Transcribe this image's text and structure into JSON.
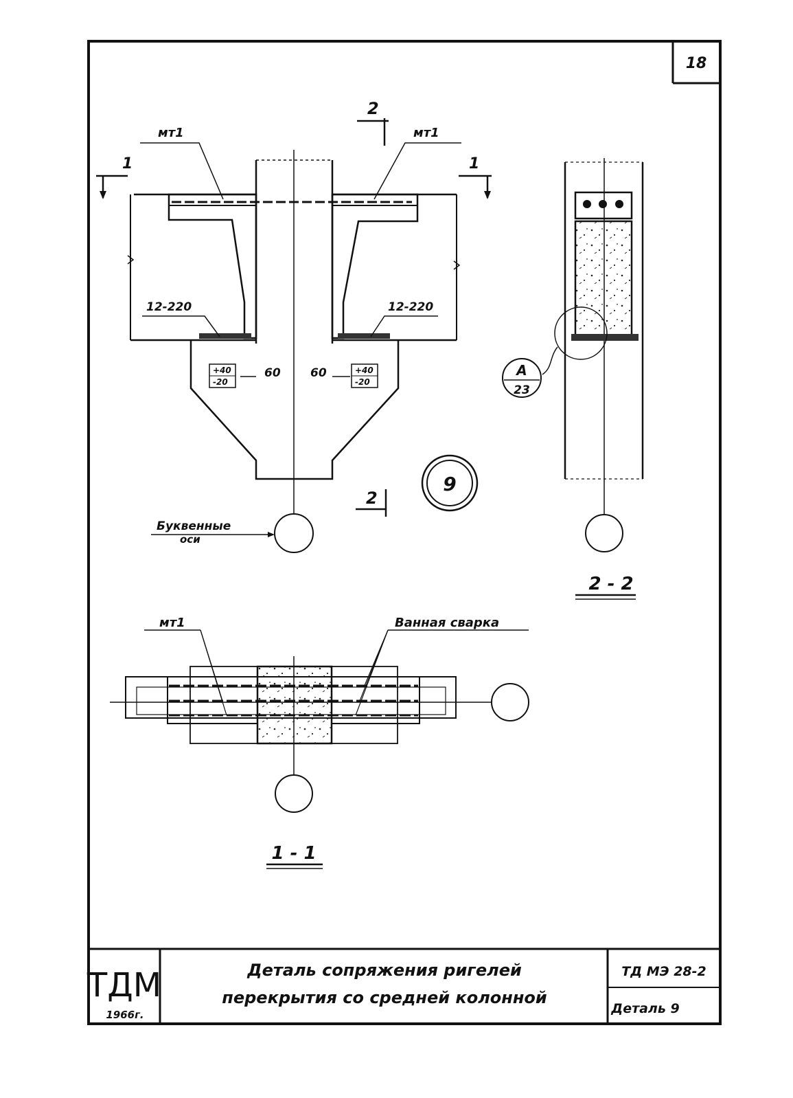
{
  "sheet": {
    "page_number": "18",
    "org_logo": "ТДМ",
    "year": "1966г.",
    "title_line1": "Деталь сопряжения ригелей",
    "title_line2": "перекрытия со средней колонной",
    "series_code": "ТД МЭ 28-2",
    "detail_label": "Деталь 9"
  },
  "elevation": {
    "section_1_mark": "1",
    "section_2_mark": "2",
    "embedded_part_left": "мт1",
    "embedded_part_right": "мт1",
    "bar_left": "12-220",
    "bar_right": "12-220",
    "dim_left": "60",
    "dim_right": "60",
    "elev_left_top": "+40",
    "elev_left_bottom": "-20",
    "elev_right_top": "+40",
    "elev_right_bottom": "-20",
    "axes_label_line1": "Буквенные",
    "axes_label_line2": "оси",
    "detail_number": "9"
  },
  "section_2_2": {
    "title": "2 - 2",
    "callout_top": "А",
    "callout_bottom": "23"
  },
  "section_1_1": {
    "title": "1 - 1",
    "embedded_label": "мт1",
    "weld_label": "Ванная сварка"
  }
}
